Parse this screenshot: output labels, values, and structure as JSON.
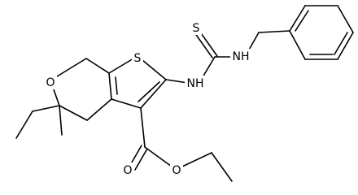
{
  "molecule": {
    "atom_labels": {
      "thiophene_s": "S",
      "thiocarbonyl_s": "S",
      "amide_nh": "NH",
      "benzyl_nh": "NH",
      "ring_o": "O",
      "carbonyl_o": "O",
      "ester_o": "O"
    }
  },
  "colors": {
    "bond": "#000000",
    "background": "#ffffff"
  }
}
